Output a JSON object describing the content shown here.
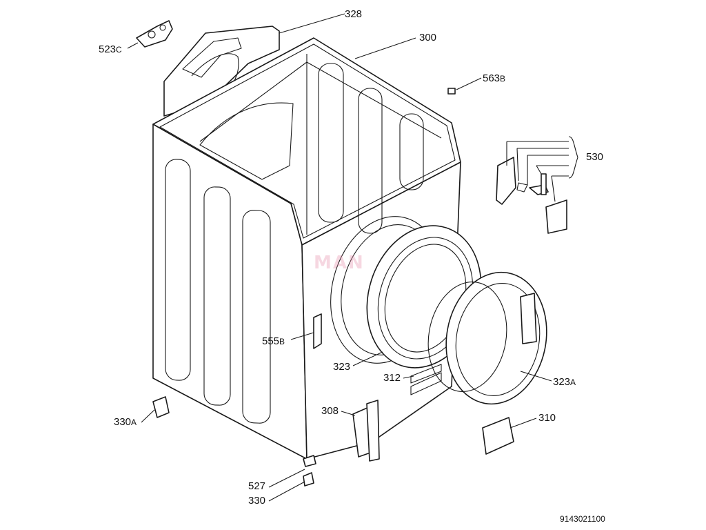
{
  "labels": [
    {
      "id": "328",
      "text": "328"
    },
    {
      "id": "300",
      "text": "300"
    },
    {
      "id": "523C",
      "text": "523",
      "suffix": "C"
    },
    {
      "id": "563B",
      "text": "563",
      "suffix": "B"
    },
    {
      "id": "530",
      "text": "530"
    },
    {
      "id": "555B",
      "text": "555",
      "suffix": "B"
    },
    {
      "id": "323",
      "text": "323"
    },
    {
      "id": "312",
      "text": "312"
    },
    {
      "id": "323A",
      "text": "323",
      "suffix": "A"
    },
    {
      "id": "308",
      "text": "308"
    },
    {
      "id": "310",
      "text": "310"
    },
    {
      "id": "330A",
      "text": "330",
      "suffix": "A"
    },
    {
      "id": "527",
      "text": "527"
    },
    {
      "id": "330",
      "text": "330"
    }
  ],
  "doc_number": "9143021100",
  "watermark": "MAN"
}
